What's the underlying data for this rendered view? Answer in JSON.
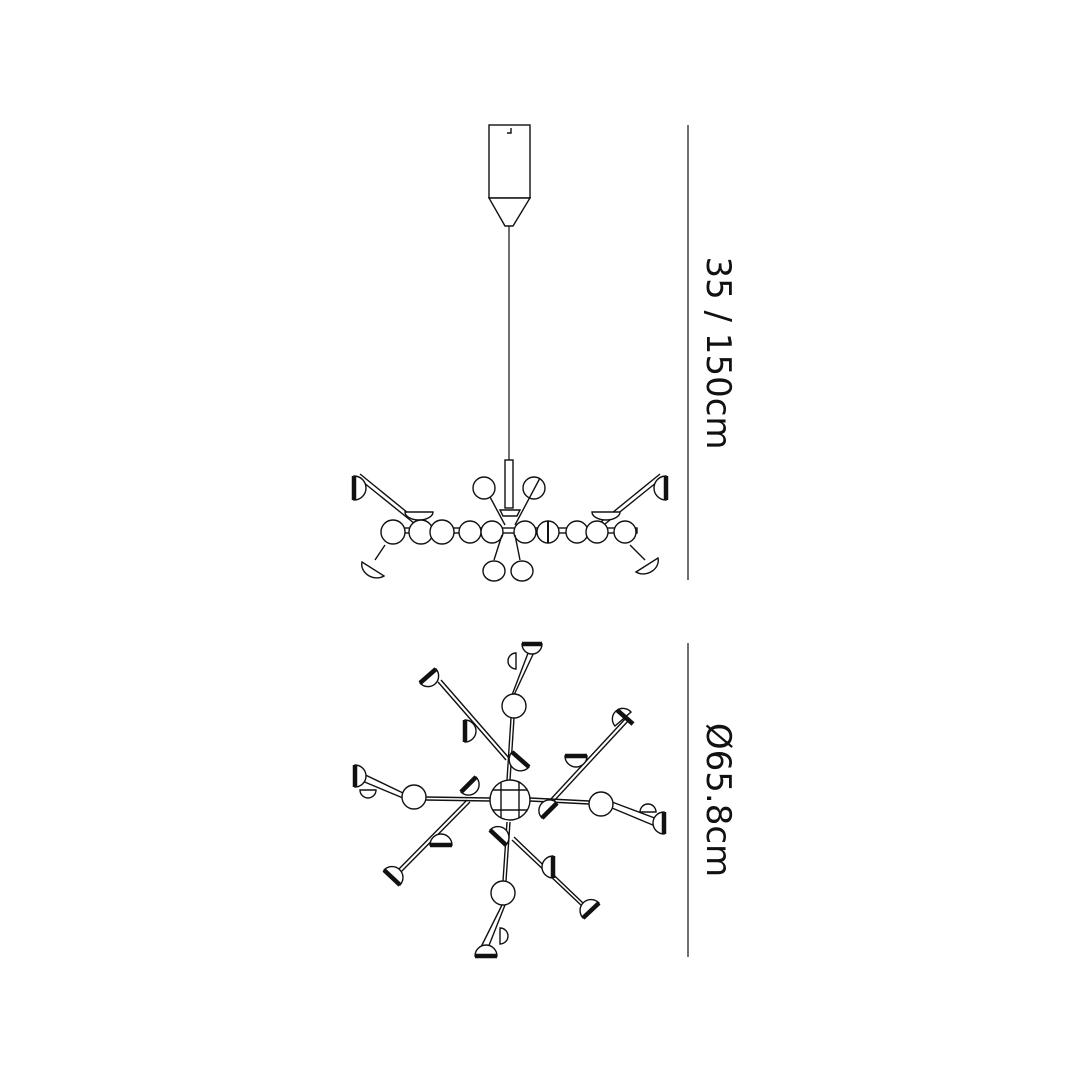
{
  "dimensions": {
    "height_label": "35 / 150cm",
    "diameter_label": "Ø65.8cm"
  },
  "views": [
    "side-elevation",
    "top-plan"
  ],
  "colors": {
    "line": "#111111",
    "background": "#ffffff"
  }
}
